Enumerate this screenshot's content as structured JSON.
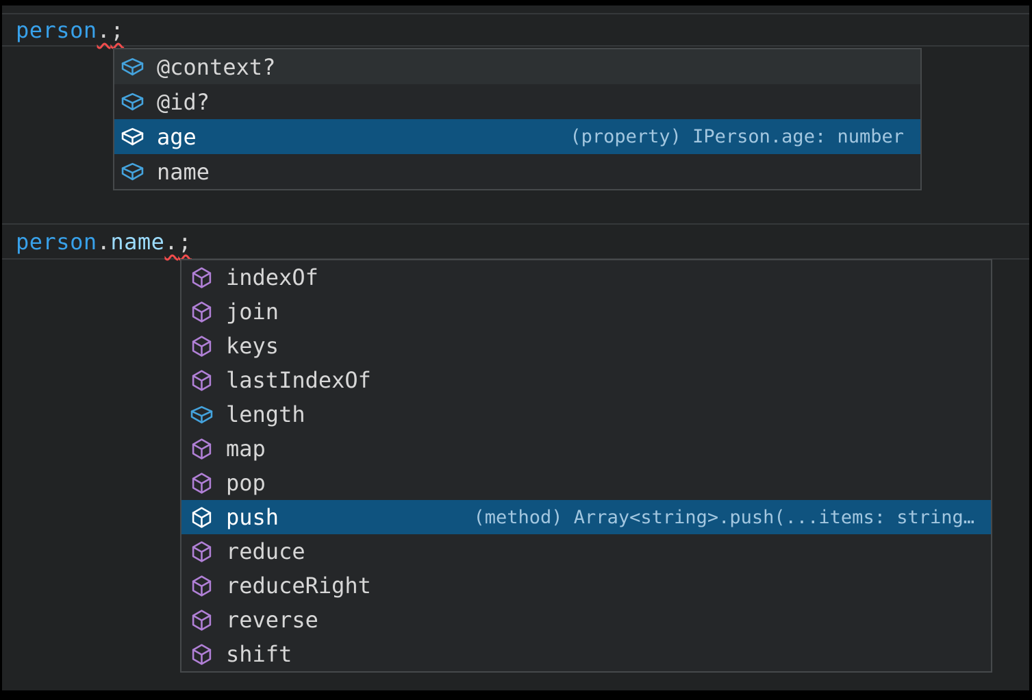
{
  "colors": {
    "editor_bg": "#212324",
    "line_highlight_border": "#35383a",
    "suggest_bg": "#252729",
    "suggest_border": "#46494b",
    "hover_bg": "#2d3133",
    "selection_bg": "#0f537f",
    "method_icon": "#b180d7",
    "field_icon": "#44a3dd",
    "selected_icon": "#ffffff",
    "label": "#d7d7d7",
    "selected_label": "#ffffff",
    "detail": "#a3c7e0",
    "variable_blue": "#38a1ea",
    "property_blue": "#9cdcfe",
    "punctuation": "#d4d4d4",
    "error_squiggle": "#f14c4c"
  },
  "editor": {
    "line1": {
      "tokens": [
        {
          "t": "person",
          "c": "variable"
        },
        {
          "t": ".",
          "c": "punct",
          "err": true
        },
        {
          "t": ";",
          "c": "punct",
          "err": true
        }
      ]
    },
    "line2": {
      "tokens": [
        {
          "t": "person",
          "c": "variable"
        },
        {
          "t": ".",
          "c": "punct"
        },
        {
          "t": "name",
          "c": "property"
        },
        {
          "t": ".",
          "c": "punct",
          "err": true
        },
        {
          "t": ";",
          "c": "punct",
          "err": true
        }
      ]
    }
  },
  "suggest1": {
    "items": [
      {
        "label": "@context?",
        "kind": "field",
        "state": "hover"
      },
      {
        "label": "@id?",
        "kind": "field"
      },
      {
        "label": "age",
        "kind": "field",
        "state": "selected",
        "detail": "(property) IPerson.age: number"
      },
      {
        "label": "name",
        "kind": "field"
      }
    ]
  },
  "suggest2": {
    "items": [
      {
        "label": "indexOf",
        "kind": "method"
      },
      {
        "label": "join",
        "kind": "method"
      },
      {
        "label": "keys",
        "kind": "method"
      },
      {
        "label": "lastIndexOf",
        "kind": "method"
      },
      {
        "label": "length",
        "kind": "field"
      },
      {
        "label": "map",
        "kind": "method"
      },
      {
        "label": "pop",
        "kind": "method"
      },
      {
        "label": "push",
        "kind": "method",
        "state": "selected",
        "detail": "(method) Array<string>.push(...items: string…"
      },
      {
        "label": "reduce",
        "kind": "method"
      },
      {
        "label": "reduceRight",
        "kind": "method"
      },
      {
        "label": "reverse",
        "kind": "method"
      },
      {
        "label": "shift",
        "kind": "method"
      }
    ]
  }
}
